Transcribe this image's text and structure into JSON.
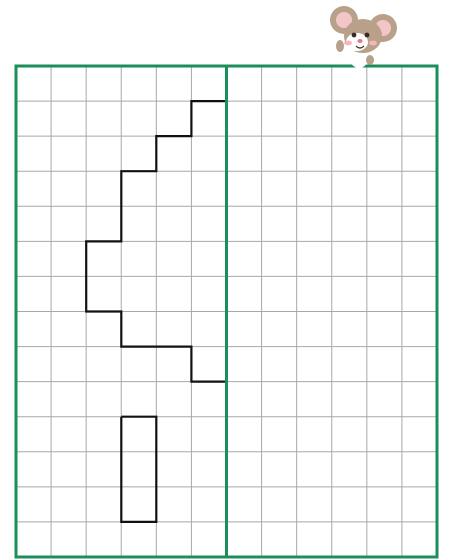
{
  "colors": {
    "frame": "#1a8f5a",
    "grid_line": "#a8a8a8",
    "figure_line": "#111111",
    "mouse_fur": "#b8a08a",
    "mouse_ear_inner": "#f2c6c6",
    "mouse_belly": "#ffffff"
  },
  "grid": {
    "columns": 12,
    "rows": 14,
    "axis_after_column": 6
  },
  "figures": [
    {
      "name": "stepped-half-shape",
      "cells": [
        [
          6,
          1
        ],
        [
          5,
          1
        ],
        [
          5,
          2
        ],
        [
          4,
          2
        ],
        [
          4,
          3
        ],
        [
          3,
          3
        ],
        [
          3,
          5
        ],
        [
          2,
          5
        ],
        [
          2,
          7
        ],
        [
          3,
          7
        ],
        [
          3,
          8
        ],
        [
          5,
          8
        ],
        [
          5,
          9
        ],
        [
          6,
          9
        ]
      ]
    },
    {
      "name": "rectangle-half-shape",
      "cells": [
        [
          3,
          10
        ],
        [
          4,
          10
        ],
        [
          4,
          13
        ],
        [
          3,
          13
        ],
        [
          3,
          10
        ]
      ]
    }
  ],
  "decoration": {
    "icon": "mouse-mascot-icon"
  }
}
